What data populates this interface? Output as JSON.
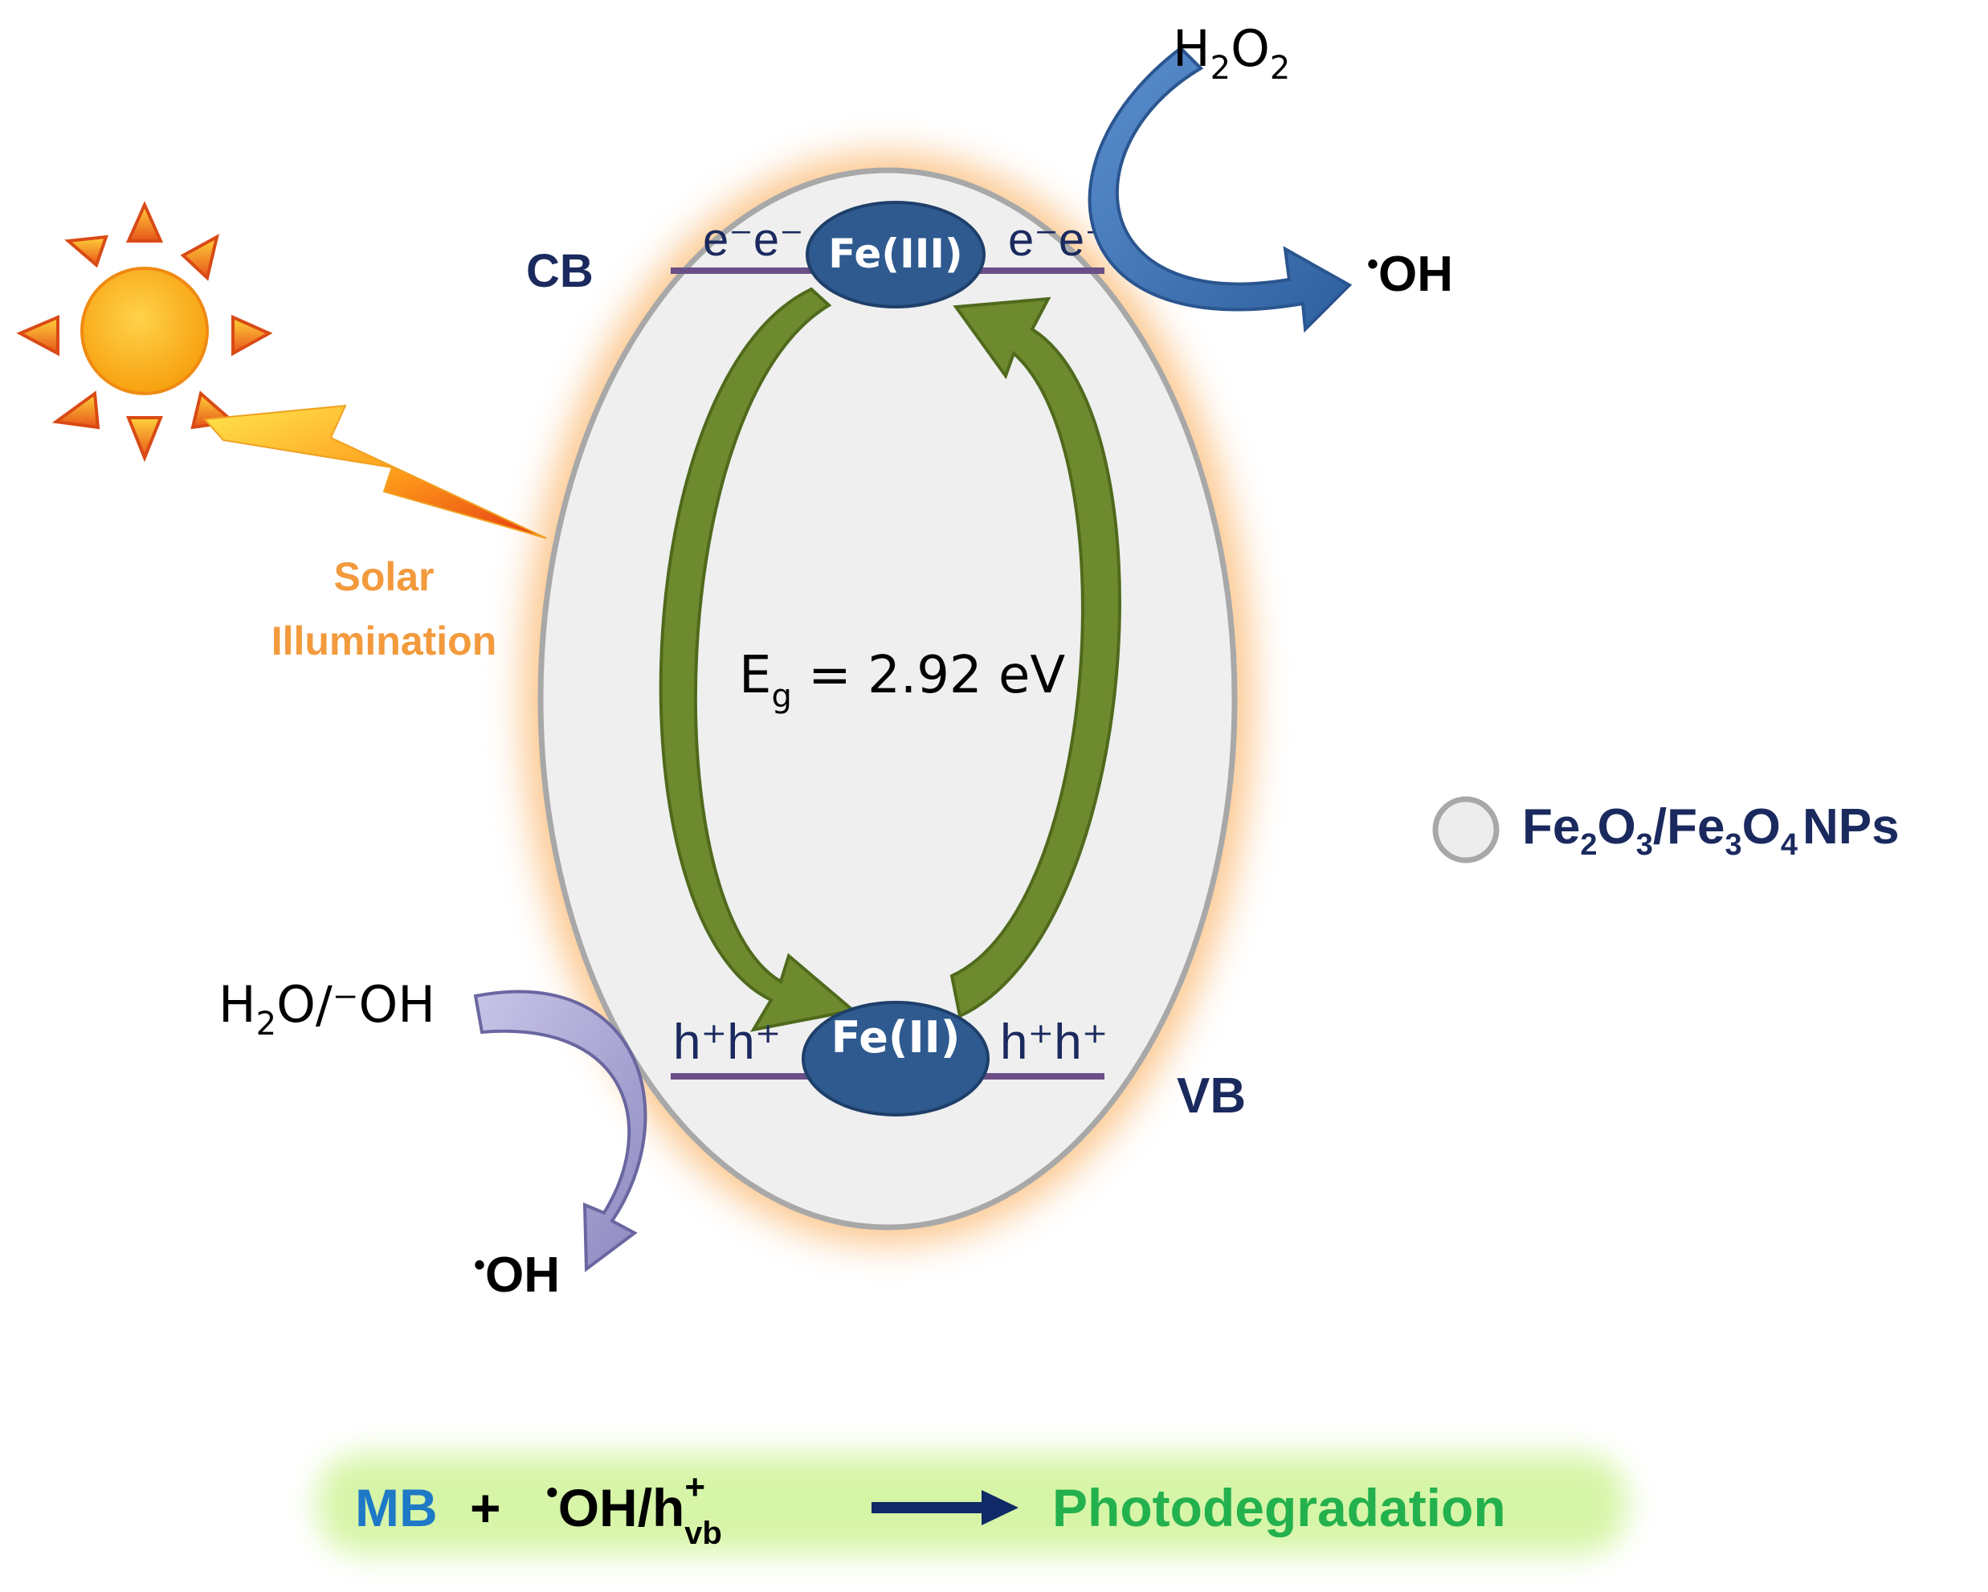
{
  "band_labels": {
    "cb": "CB",
    "vb": "VB"
  },
  "electrons_left": "e⁻e⁻",
  "electrons_right": "e⁻e⁻",
  "holes_left": "h⁺h⁺",
  "holes_right": "h⁺h⁺",
  "fe3_label": "Fe(III)",
  "fe2_label": "Fe(II)",
  "bandgap": {
    "symbol": "E",
    "subscript": "g",
    "value": " = 2.92 eV"
  },
  "illumination": {
    "line1": "Solar",
    "line2": "Illumination"
  },
  "h2o2": {
    "base1": "H",
    "sub1": "2",
    "base2": "O",
    "sub2": "2"
  },
  "oh_radical_top": {
    "dot": "•",
    "text": "OH"
  },
  "water": {
    "base1": "H",
    "sub1": "2",
    "rest": "O/⁻OH"
  },
  "oh_radical_bottom": {
    "dot": "•",
    "text": "OH"
  },
  "legend": {
    "fe": "Fe",
    "sub2": "2",
    "o": "O",
    "sub3": "3",
    "slash_fe": "/Fe",
    "sub3b": "3",
    "o2": "O",
    "sub4": "4",
    "nps": "NPs"
  },
  "equation": {
    "mb": "MB",
    "plus": "+",
    "dot": "•",
    "oh_h": "OH/h",
    "sup": "+",
    "sub": "vb",
    "product": "Photodegradation"
  },
  "colors": {
    "navy": "#1a2a5e",
    "green_arrow": "#6e8a2e",
    "blue_arrow": "#3f74b4",
    "lavender_arrow": "#a8a4d0",
    "glow": "#fbbf7e",
    "sun": "#fbb11a",
    "orange_text": "#f39a3d",
    "mb_blue": "#1e79c6",
    "photo_green": "#23b14d",
    "band_line": "#6a4f87"
  }
}
